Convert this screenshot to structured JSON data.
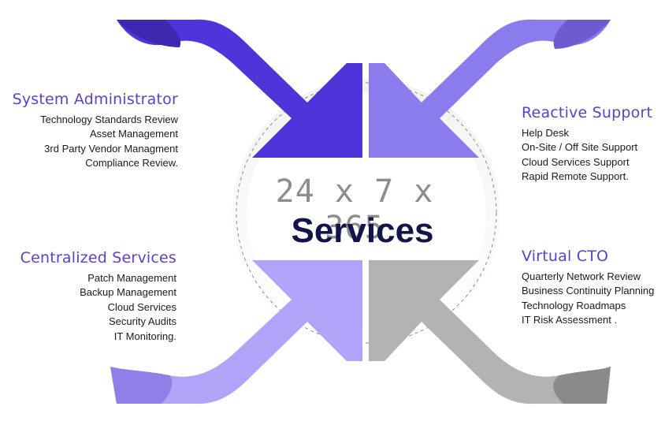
{
  "center": {
    "line1": "24 x 7 x 365",
    "line2": "Services"
  },
  "panels": {
    "top_left": {
      "title": "System Administrator",
      "items": [
        "Technology Standards Review",
        "Asset Management",
        "3rd Party Vendor Managment",
        "Compliance Review."
      ]
    },
    "top_right": {
      "title": "Reactive Support",
      "items": [
        "Help Desk",
        "On-Site / Off Site Support",
        "Cloud Services Support",
        "Rapid Remote Support."
      ]
    },
    "bottom_left": {
      "title": "Centralized Services",
      "items": [
        "Patch Management",
        "Backup Management",
        "Cloud Services",
        "Security Audits",
        "IT Monitoring."
      ]
    },
    "bottom_right": {
      "title": "Virtual CTO",
      "items": [
        "Quarterly Network Review",
        "Business Continuity Planning",
        "Technology Roadmaps",
        "IT Risk Assessment ."
      ]
    }
  },
  "colors": {
    "title": "#5b3fd1",
    "arrow_top_left": "#4f35d9",
    "arrow_top_right": "#8b7cee",
    "arrow_bottom_left": "#b0a4f8",
    "arrow_bottom_right": "#b3b3b3",
    "center_number": "#8d8d8d",
    "center_word": "#12144a"
  }
}
